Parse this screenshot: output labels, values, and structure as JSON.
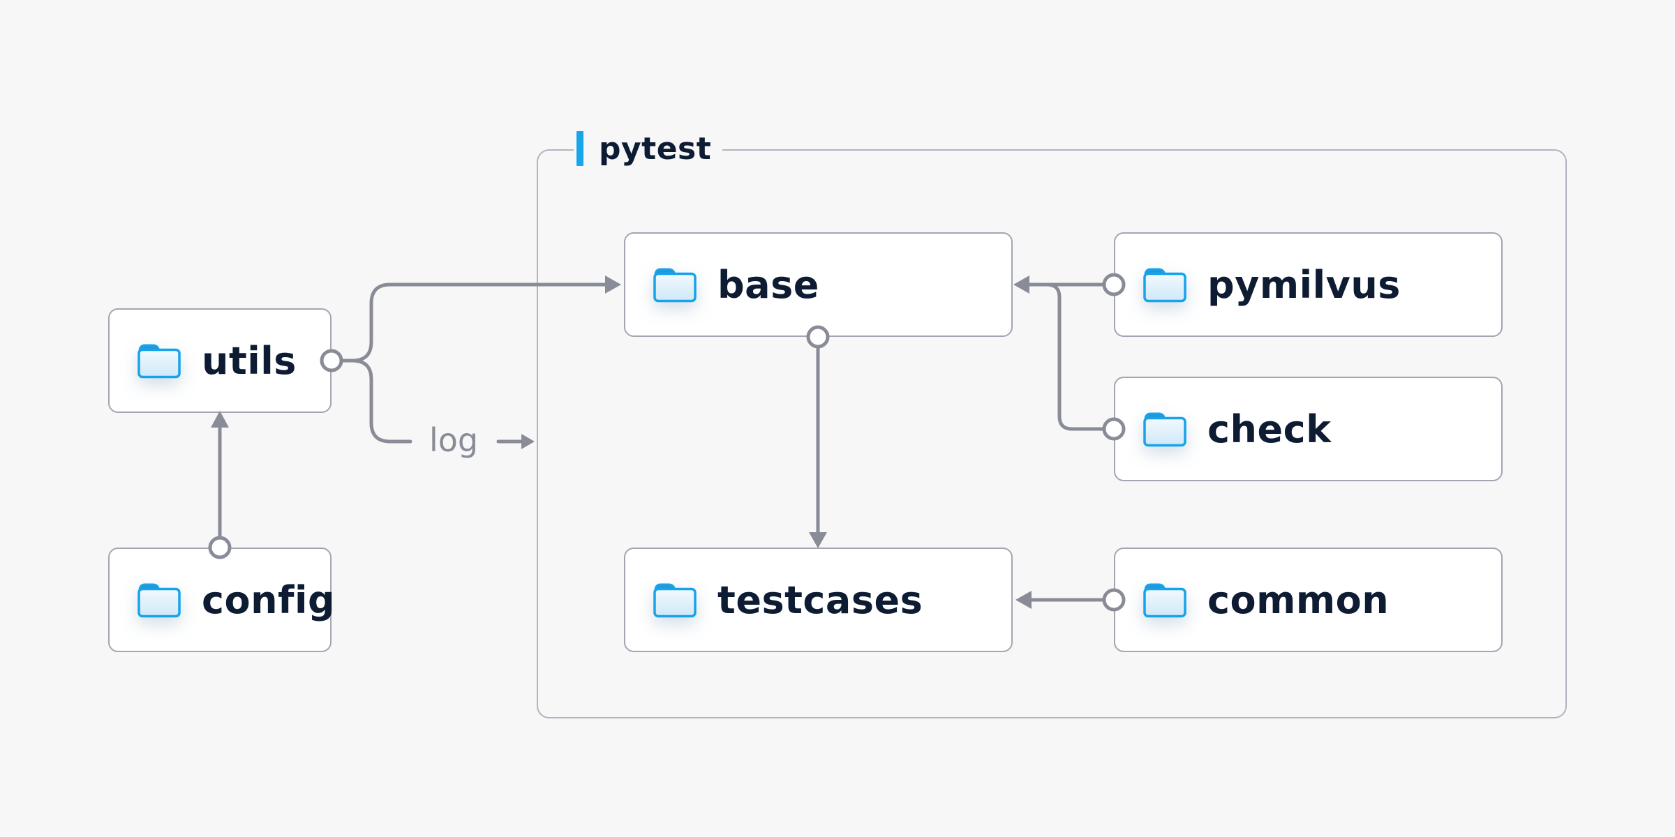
{
  "container": {
    "label": "pytest"
  },
  "nodes": {
    "utils": {
      "label": "utils"
    },
    "config": {
      "label": "config"
    },
    "base": {
      "label": "base"
    },
    "pymilvus": {
      "label": "pymilvus"
    },
    "check": {
      "label": "check"
    },
    "testcases": {
      "label": "testcases"
    },
    "common": {
      "label": "common"
    }
  },
  "edges": [
    {
      "from": "config",
      "to": "utils",
      "label": ""
    },
    {
      "from": "utils",
      "to": "base",
      "label": ""
    },
    {
      "from": "utils",
      "to": "pytest-container",
      "label": "log"
    },
    {
      "from": "pymilvus",
      "to": "base",
      "label": ""
    },
    {
      "from": "check",
      "to": "base",
      "label": ""
    },
    {
      "from": "base",
      "to": "testcases",
      "label": ""
    },
    {
      "from": "common",
      "to": "testcases",
      "label": ""
    }
  ],
  "colors": {
    "bg": "#f7f7f8",
    "node_bg": "#ffffff",
    "node_border": "#a3a5b1",
    "container_border": "#b1b3c0",
    "edge": "#898c97",
    "text": "#0d1b33",
    "accent": "#18a5ea",
    "folder_stroke": "#17a3e9",
    "folder_tab": "#2496d8",
    "folder_fill_top": "#f2f9fe",
    "folder_fill_bottom": "#cfe8f8"
  }
}
